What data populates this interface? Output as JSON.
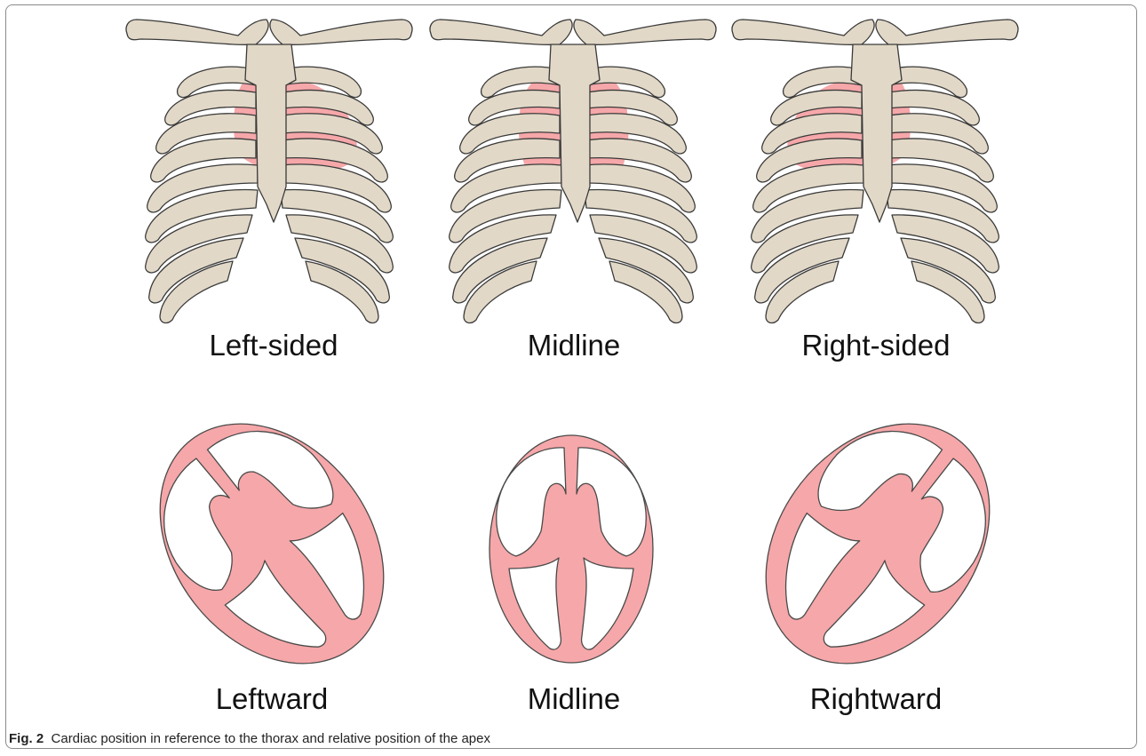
{
  "figure": {
    "thorax_labels": [
      "Left-sided",
      "Midline",
      "Right-sided"
    ],
    "heart_labels": [
      "Leftward",
      "Midline",
      "Rightward"
    ],
    "caption_label": "Fig. 2",
    "caption_text": "Cardiac position in reference to the thorax and relative position of the apex",
    "colors": {
      "bone": "#e2d8c7",
      "heart": "#f6a7a9",
      "outline": "#3a3a3a"
    }
  }
}
